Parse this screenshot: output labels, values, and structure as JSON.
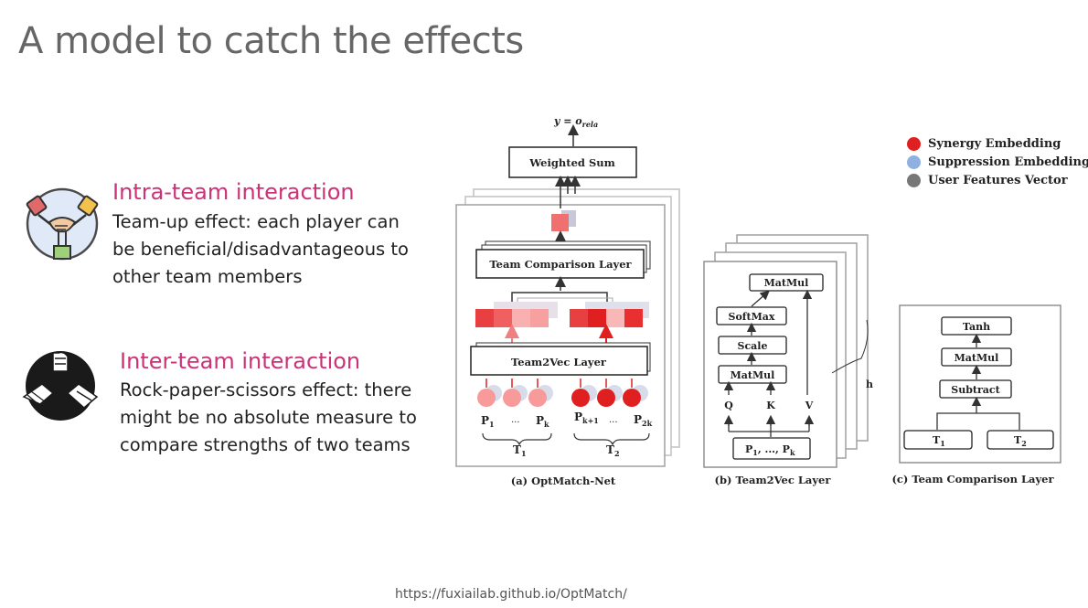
{
  "slide": {
    "title": "A model to catch the effects",
    "footer_url": "https://fuxiailab.github.io/OptMatch/"
  },
  "intra": {
    "title": "Intra-team interaction",
    "lines": [
      "Team-up effect: each player can",
      "be beneficial/disadvantageous to",
      "other team members"
    ],
    "icon": "handshake-icon"
  },
  "inter": {
    "title": "Inter-team interaction",
    "lines": [
      "Rock-paper-scissors effect: there",
      "might be no absolute measure to",
      "compare strengths of two teams"
    ],
    "icon": "rock-paper-scissors-icon"
  },
  "legend": [
    {
      "label": "Synergy Embedding",
      "color": "#e02020"
    },
    {
      "label": "Suppression Embedding",
      "color": "#8fb0e0"
    },
    {
      "label": "User Features Vector",
      "color": "#777777"
    }
  ],
  "diagram_a": {
    "output": "y = o",
    "output_sub": "rela",
    "weighted_sum": "Weighted Sum",
    "team_comparison": "Team Comparison Layer",
    "team2vec": "Team2Vec Layer",
    "p1": "P",
    "p1_sub": "1",
    "dots": "...",
    "pk": "P",
    "pk_sub": "k",
    "pk1": "P",
    "pk1_sub": "k+1",
    "p2k": "P",
    "p2k_sub": "2k",
    "t1": "T",
    "t1_sub": "1",
    "t2": "T",
    "t2_sub": "2",
    "caption": "(a) OptMatch-Net"
  },
  "diagram_b": {
    "matmul_top": "MatMul",
    "softmax": "SoftMax",
    "scale": "Scale",
    "matmul_bottom": "MatMul",
    "q": "Q",
    "k": "K",
    "v": "V",
    "input": "P",
    "input_mid": "1",
    "input_text": ", ..., P",
    "input_sub": "k",
    "h": "h",
    "caption": "(b) Team2Vec Layer"
  },
  "diagram_c": {
    "tanh": "Tanh",
    "matmul": "MatMul",
    "subtract": "Subtract",
    "t1": "T",
    "t1_sub": "1",
    "t2": "T",
    "t2_sub": "2",
    "caption": "(c) Team Comparison Layer"
  }
}
